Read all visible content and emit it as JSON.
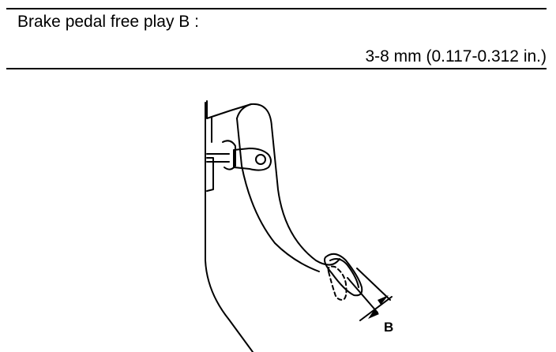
{
  "spec": {
    "label": "Brake pedal free play B :",
    "value": "3-8 mm (0.117-0.312 in.)"
  },
  "diagram": {
    "dimension_label": "B"
  }
}
